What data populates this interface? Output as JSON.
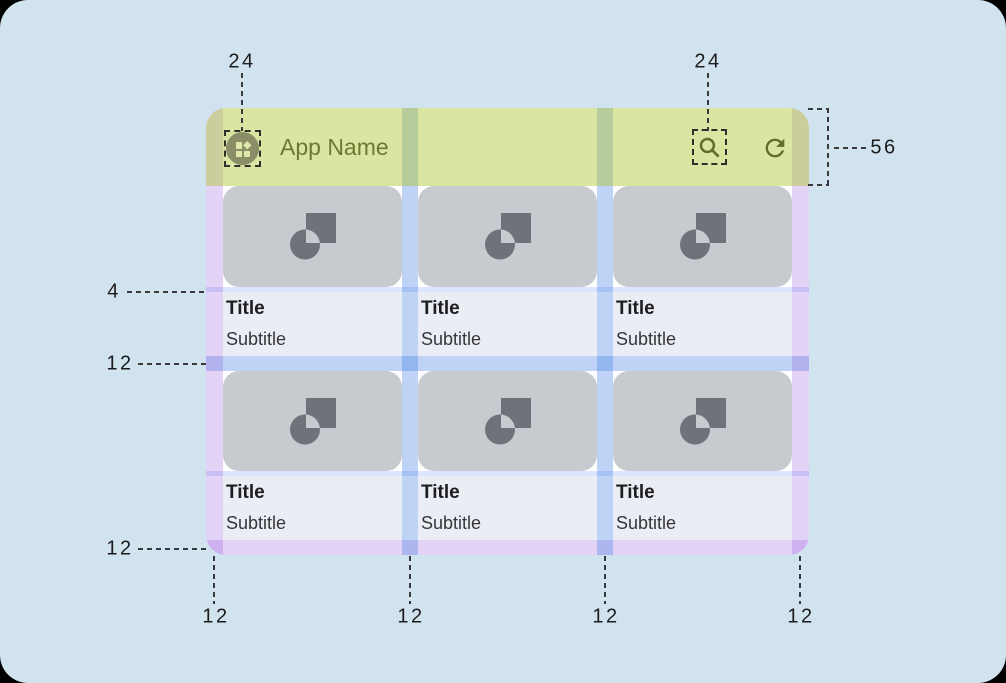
{
  "app": {
    "app_bar": {
      "title": "App Name",
      "leading_icon": "app-grid-icon",
      "action_icons": [
        "search-icon",
        "refresh-icon"
      ]
    },
    "cards": [
      {
        "title": "Title",
        "subtitle": "Subtitle"
      },
      {
        "title": "Title",
        "subtitle": "Subtitle"
      },
      {
        "title": "Title",
        "subtitle": "Subtitle"
      },
      {
        "title": "Title",
        "subtitle": "Subtitle"
      },
      {
        "title": "Title",
        "subtitle": "Subtitle"
      },
      {
        "title": "Title",
        "subtitle": "Subtitle"
      }
    ]
  },
  "annotations": {
    "leading_icon_size": "24",
    "action_icon_size": "24",
    "app_bar_height": "56",
    "image_text_gap": "4",
    "row_spacing": "12",
    "bottom_margin": "12",
    "column_markers": [
      "12",
      "12",
      "12",
      "12"
    ]
  },
  "colors": {
    "canvas_background": "#D2E3F0",
    "app_bar_overlay": "#DAE5A1",
    "margin_overlay": "#E3D3F6",
    "gutter_overlay": "#BED3F5",
    "gap4_overlay": "#DAE5FB",
    "bottom_margin_overlay": "#E3D3F6",
    "card_image": "#C7CACF",
    "card_glyph": "#6E737A",
    "card_text_background": "#EBEDF4",
    "olive_accent": "#6B7A33",
    "title_text": "#1E1E21",
    "annotation_text": "#1C1C1C"
  }
}
